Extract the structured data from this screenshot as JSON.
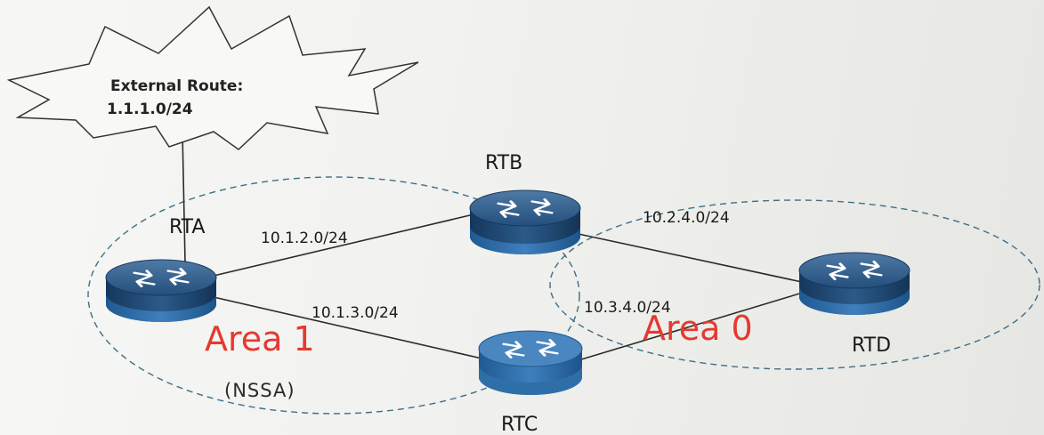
{
  "external_route": {
    "title": "External Route:",
    "prefix": "1.1.1.0/24"
  },
  "routers": {
    "rta": "RTA",
    "rtb": "RTB",
    "rtc": "RTC",
    "rtd": "RTD"
  },
  "links": {
    "rta_rtb": "10.1.2.0/24",
    "rta_rtc": "10.1.3.0/24",
    "rtb_rtd": "10.2.4.0/24",
    "rtc_rtd": "10.3.4.0/24"
  },
  "areas": {
    "area1_label": "Area 1",
    "area1_type": "(NSSA)",
    "area0_label": "Area 0"
  },
  "colors": {
    "area_label": "#e43a30",
    "router_body": "#1f4f7e",
    "zone_border": "#3d6f86"
  }
}
